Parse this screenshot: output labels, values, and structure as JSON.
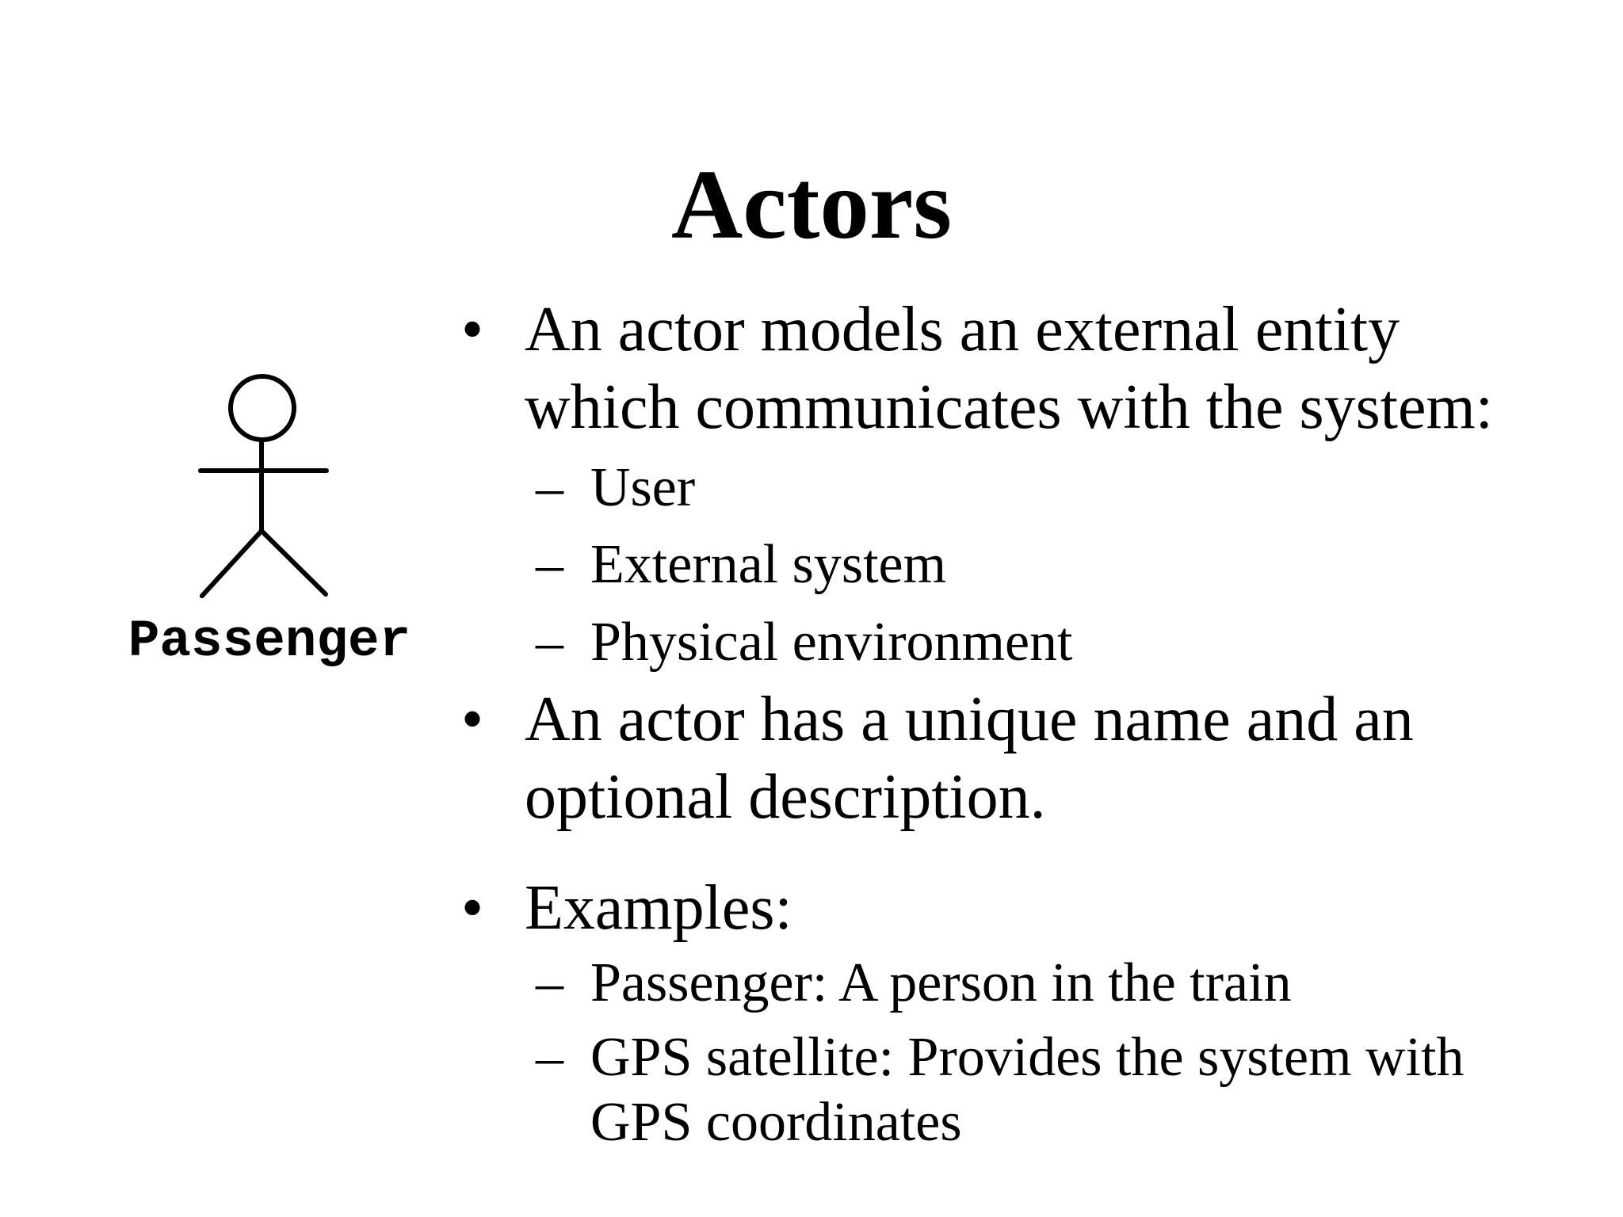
{
  "slide": {
    "title": "Actors",
    "background_color": "#ffffff",
    "text_color": "#000000"
  },
  "actor": {
    "label": "Passenger"
  },
  "markers": {
    "bullet": "•",
    "dash": "–"
  },
  "content": {
    "bullet1": "An actor models an external entity which communicates with the system:",
    "bullet1_subs": [
      "User",
      "External system",
      "Physical environment"
    ],
    "bullet2": "An actor has a unique name and an optional description.",
    "bullet3": "Examples:",
    "bullet3_subs": [
      "Passenger: A person in the train",
      "GPS satellite: Provides the system with GPS coordinates"
    ]
  }
}
